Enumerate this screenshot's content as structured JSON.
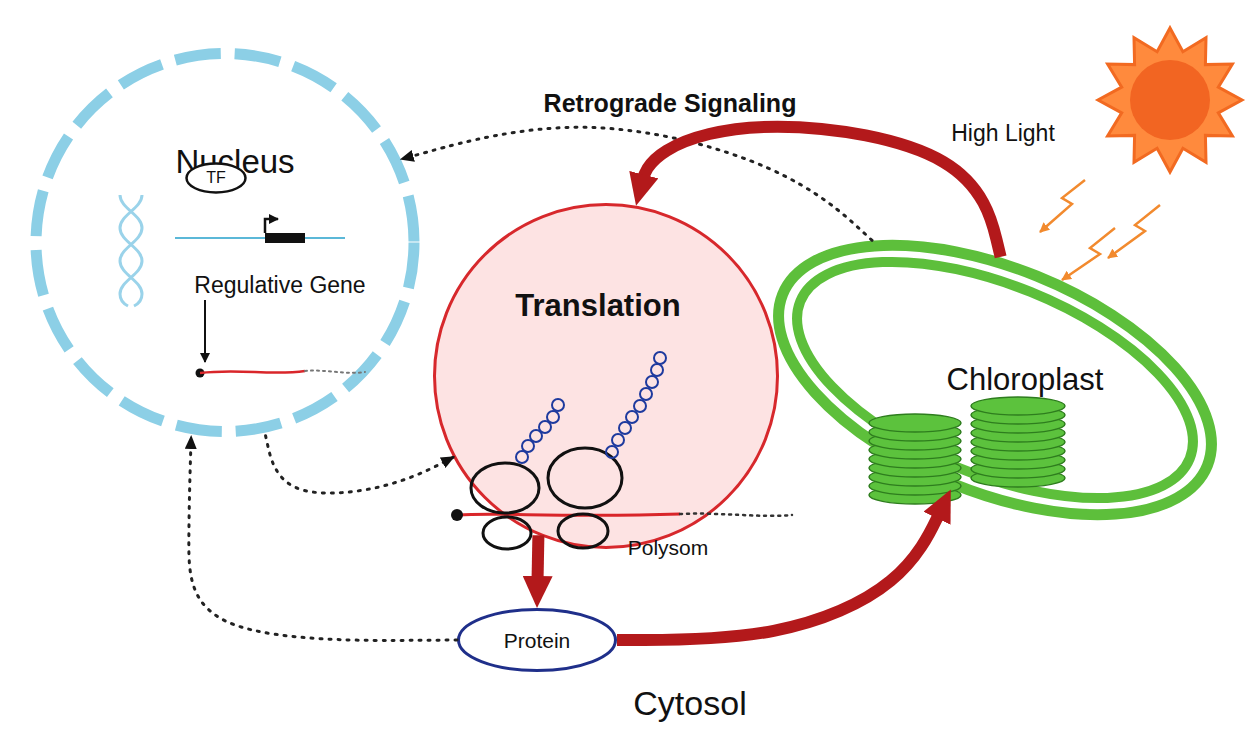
{
  "diagram": {
    "nodes": [
      {
        "text": [
          "Nucleus"
        ]
      },
      {
        "text": [
          "TF"
        ],
        "in": 0
      },
      {
        "text": [
          "Translation"
        ]
      },
      {
        "text": [
          "Chloroplast"
        ]
      },
      {
        "text": [
          "Protein"
        ]
      }
    ],
    "edges": [
      {
        "from": 3,
        "to": 0,
        "arrow": "to",
        "label": "Retrograde Signaling"
      },
      {
        "from": 3,
        "to": 2,
        "arrow": "to"
      },
      {
        "from": 0,
        "to": 2,
        "arrow": "to"
      },
      {
        "from": 2,
        "to": 4,
        "arrow": "to"
      },
      {
        "from": 4,
        "to": 0,
        "arrow": "to"
      },
      {
        "from": 4,
        "to": 3,
        "arrow": "to"
      }
    ],
    "labels": [
      "High Light",
      "Regulative Gene",
      "Polysom",
      "Cytosol"
    ]
  }
}
